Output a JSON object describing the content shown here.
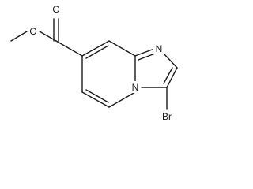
{
  "molecule": {
    "atoms": {
      "carbonyl_oxygen": "O",
      "ester_oxygen": "O",
      "imidazole_nitrogen": "N",
      "bridgehead_nitrogen": "N",
      "bromine": "Br"
    }
  },
  "colors": {
    "ink": "#1a1a1a",
    "background": "#ffffff"
  }
}
